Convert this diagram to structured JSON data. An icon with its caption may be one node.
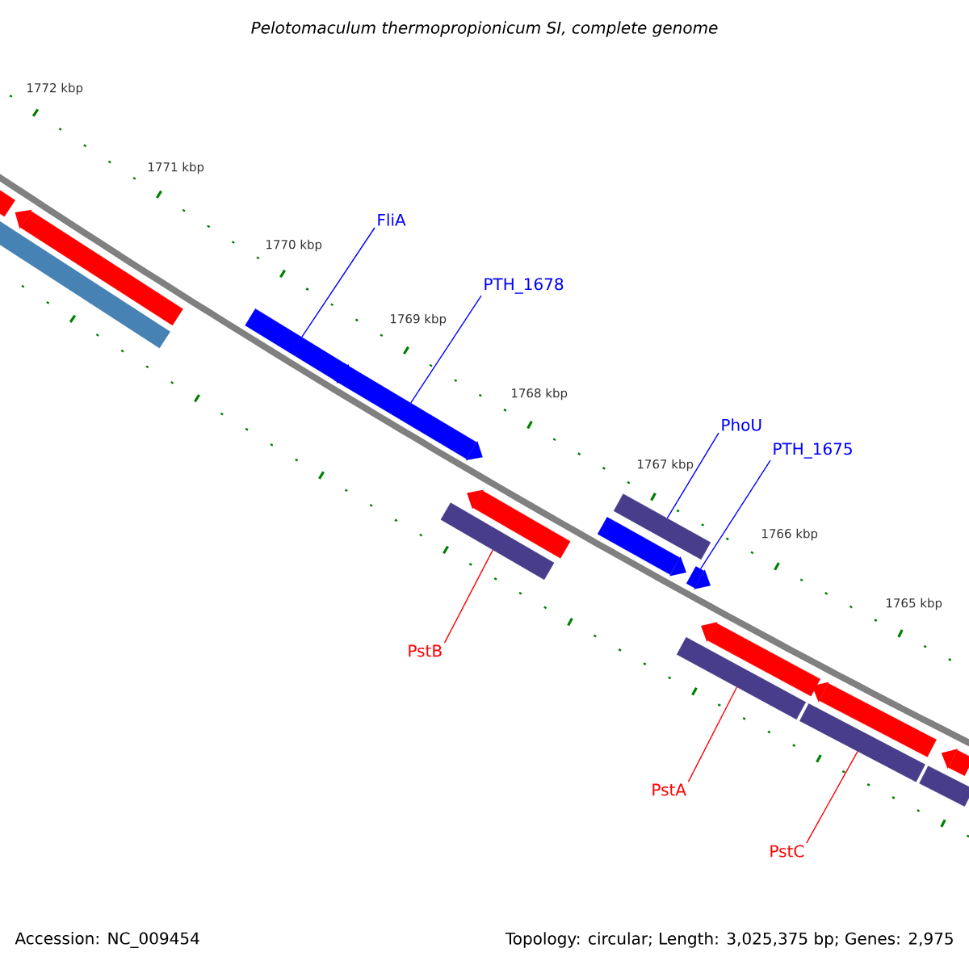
{
  "diagram": {
    "title": "Pelotomaculum thermopropionicum SI, complete genome",
    "nodes": [
      {
        "text": [
          "FliA"
        ]
      },
      {
        "text": [
          "PTH_1678"
        ]
      },
      {
        "text": [
          "PhoU"
        ]
      },
      {
        "text": [
          "PTH_1675"
        ]
      },
      {
        "text": [
          "PstB"
        ]
      },
      {
        "text": [
          "PstA"
        ]
      },
      {
        "text": [
          "PstC"
        ]
      },
      {
        "text": [],
        "shape": "arrow"
      },
      {
        "text": [],
        "shape": "arrow"
      },
      {
        "text": [],
        "shape": "bar"
      },
      {
        "text": [],
        "shape": "arrow"
      },
      {
        "text": [],
        "shape": "bar"
      },
      {
        "text": [],
        "shape": "bar"
      },
      {
        "text": [],
        "shape": "bar"
      },
      {
        "text": [],
        "shape": "arrow"
      },
      {
        "text": [],
        "shape": "arrow"
      },
      {
        "text": [],
        "shape": "bar"
      },
      {
        "text": [],
        "shape": "arrow"
      },
      {
        "text": [],
        "shape": "arrow"
      },
      {
        "text": [],
        "shape": "arrow"
      },
      {
        "text": [],
        "shape": "arrow"
      },
      {
        "text": [],
        "shape": "arrow"
      },
      {
        "text": [],
        "shape": "bar"
      }
    ],
    "edges": [
      {
        "from": 0,
        "to": 7,
        "arrow": "none"
      },
      {
        "from": 1,
        "to": 8,
        "arrow": "none"
      },
      {
        "from": 2,
        "to": 9,
        "arrow": "none"
      },
      {
        "from": 3,
        "to": 10,
        "arrow": "none"
      },
      {
        "from": 4,
        "to": 11,
        "arrow": "none",
        "color": "#ff0000"
      },
      {
        "from": 5,
        "to": 12,
        "arrow": "none",
        "color": "#ff0000"
      },
      {
        "from": 6,
        "to": 13,
        "arrow": "none",
        "color": "#ff0000"
      }
    ],
    "labels": [
      "1772 kbp",
      "1771 kbp",
      "1770 kbp",
      "1769 kbp",
      "1768 kbp",
      "1767 kbp",
      "1766 kbp",
      "1765 kbp",
      "Accession: NC_009454",
      "Topology: circular; Length: 3,025,375 bp; Genes: 2,975"
    ]
  }
}
